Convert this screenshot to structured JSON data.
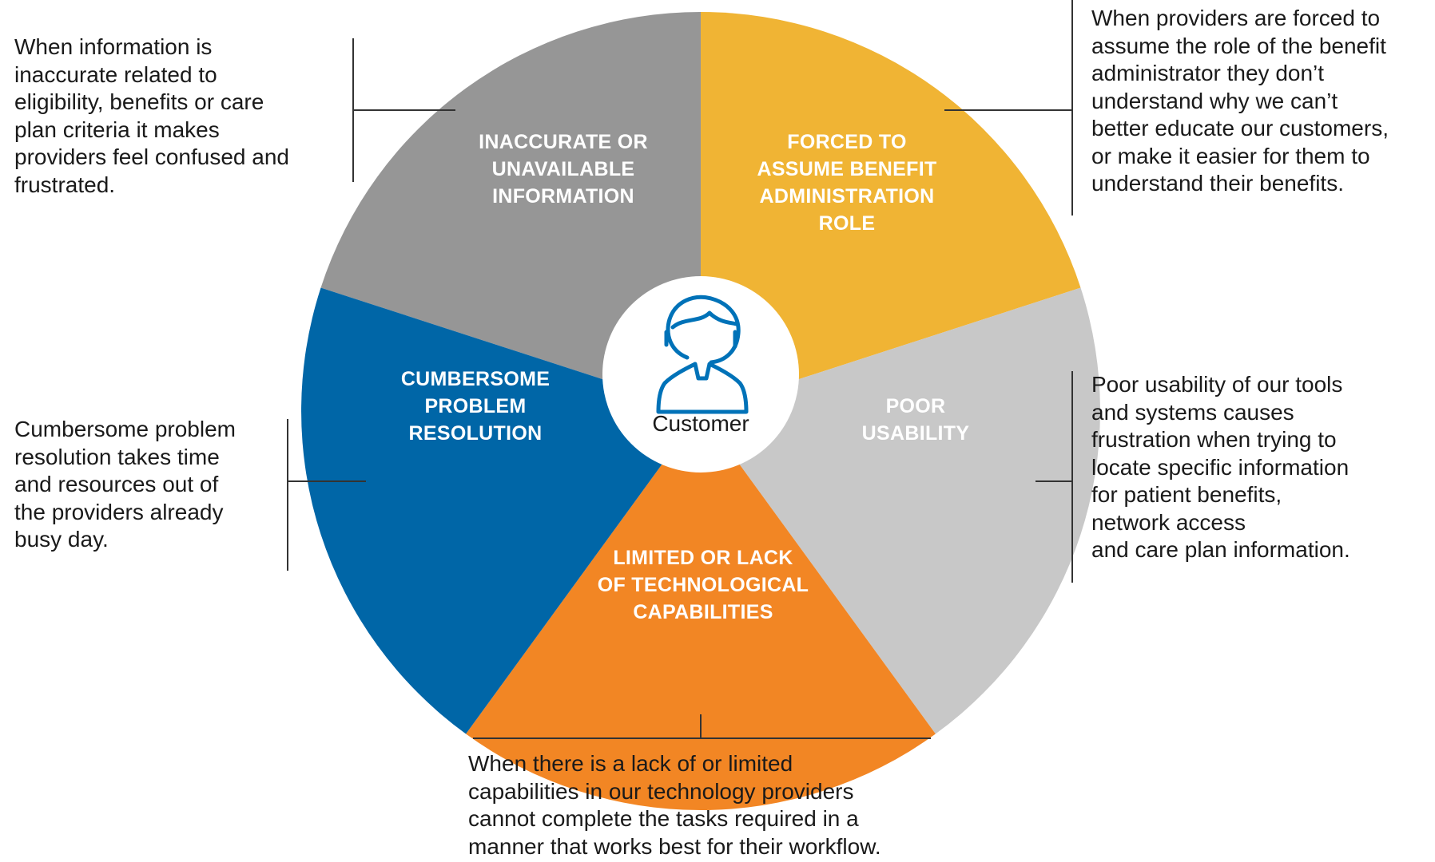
{
  "center": {
    "label": "Customer",
    "icon": "person-headset-icon"
  },
  "colors": {
    "gray": "#969696",
    "yellow": "#F0B434",
    "light_gray": "#C8C8C8",
    "orange": "#F28624",
    "blue": "#0066A7",
    "icon_blue": "#0072B8",
    "line": "#333333"
  },
  "segments": [
    {
      "id": "inaccurate",
      "label_lines": [
        "INACCURATE OR",
        "UNAVAILABLE",
        "INFORMATION"
      ]
    },
    {
      "id": "forced",
      "label_lines": [
        "FORCED TO",
        "ASSUME BENEFIT",
        "ADMINISTRATION",
        "ROLE"
      ]
    },
    {
      "id": "usability",
      "label_lines": [
        "POOR",
        "USABILITY"
      ]
    },
    {
      "id": "limited",
      "label_lines": [
        "LIMITED OR LACK",
        "OF TECHNOLOGICAL",
        "CAPABILITIES"
      ]
    },
    {
      "id": "cumbersome",
      "label_lines": [
        "CUMBERSOME",
        "PROBLEM",
        "RESOLUTION"
      ]
    }
  ],
  "notes": {
    "inaccurate": "When information is\ninaccurate related  to\neligibility, benefits or care\nplan criteria it makes\nproviders feel confused and\nfrustrated.",
    "forced": "When providers are forced to\nassume the role of the benefit\nadministrator they don’t\nunderstand why we can’t\nbetter educate our customers,\nor make it easier for them to\nunderstand their benefits.",
    "usability": "Poor usability of our tools\nand systems causes\nfrustration when trying to\nlocate specific information\nfor patient benefits,\nnetwork access\nand care plan information.",
    "limited": "When there is a lack of or limited\ncapabilities in our technology providers\ncannot complete the tasks required in a\nmanner that works best for their workflow.",
    "cumbersome": "Cumbersome problem\nresolution takes time\nand resources out of\nthe providers already\nbusy day."
  }
}
